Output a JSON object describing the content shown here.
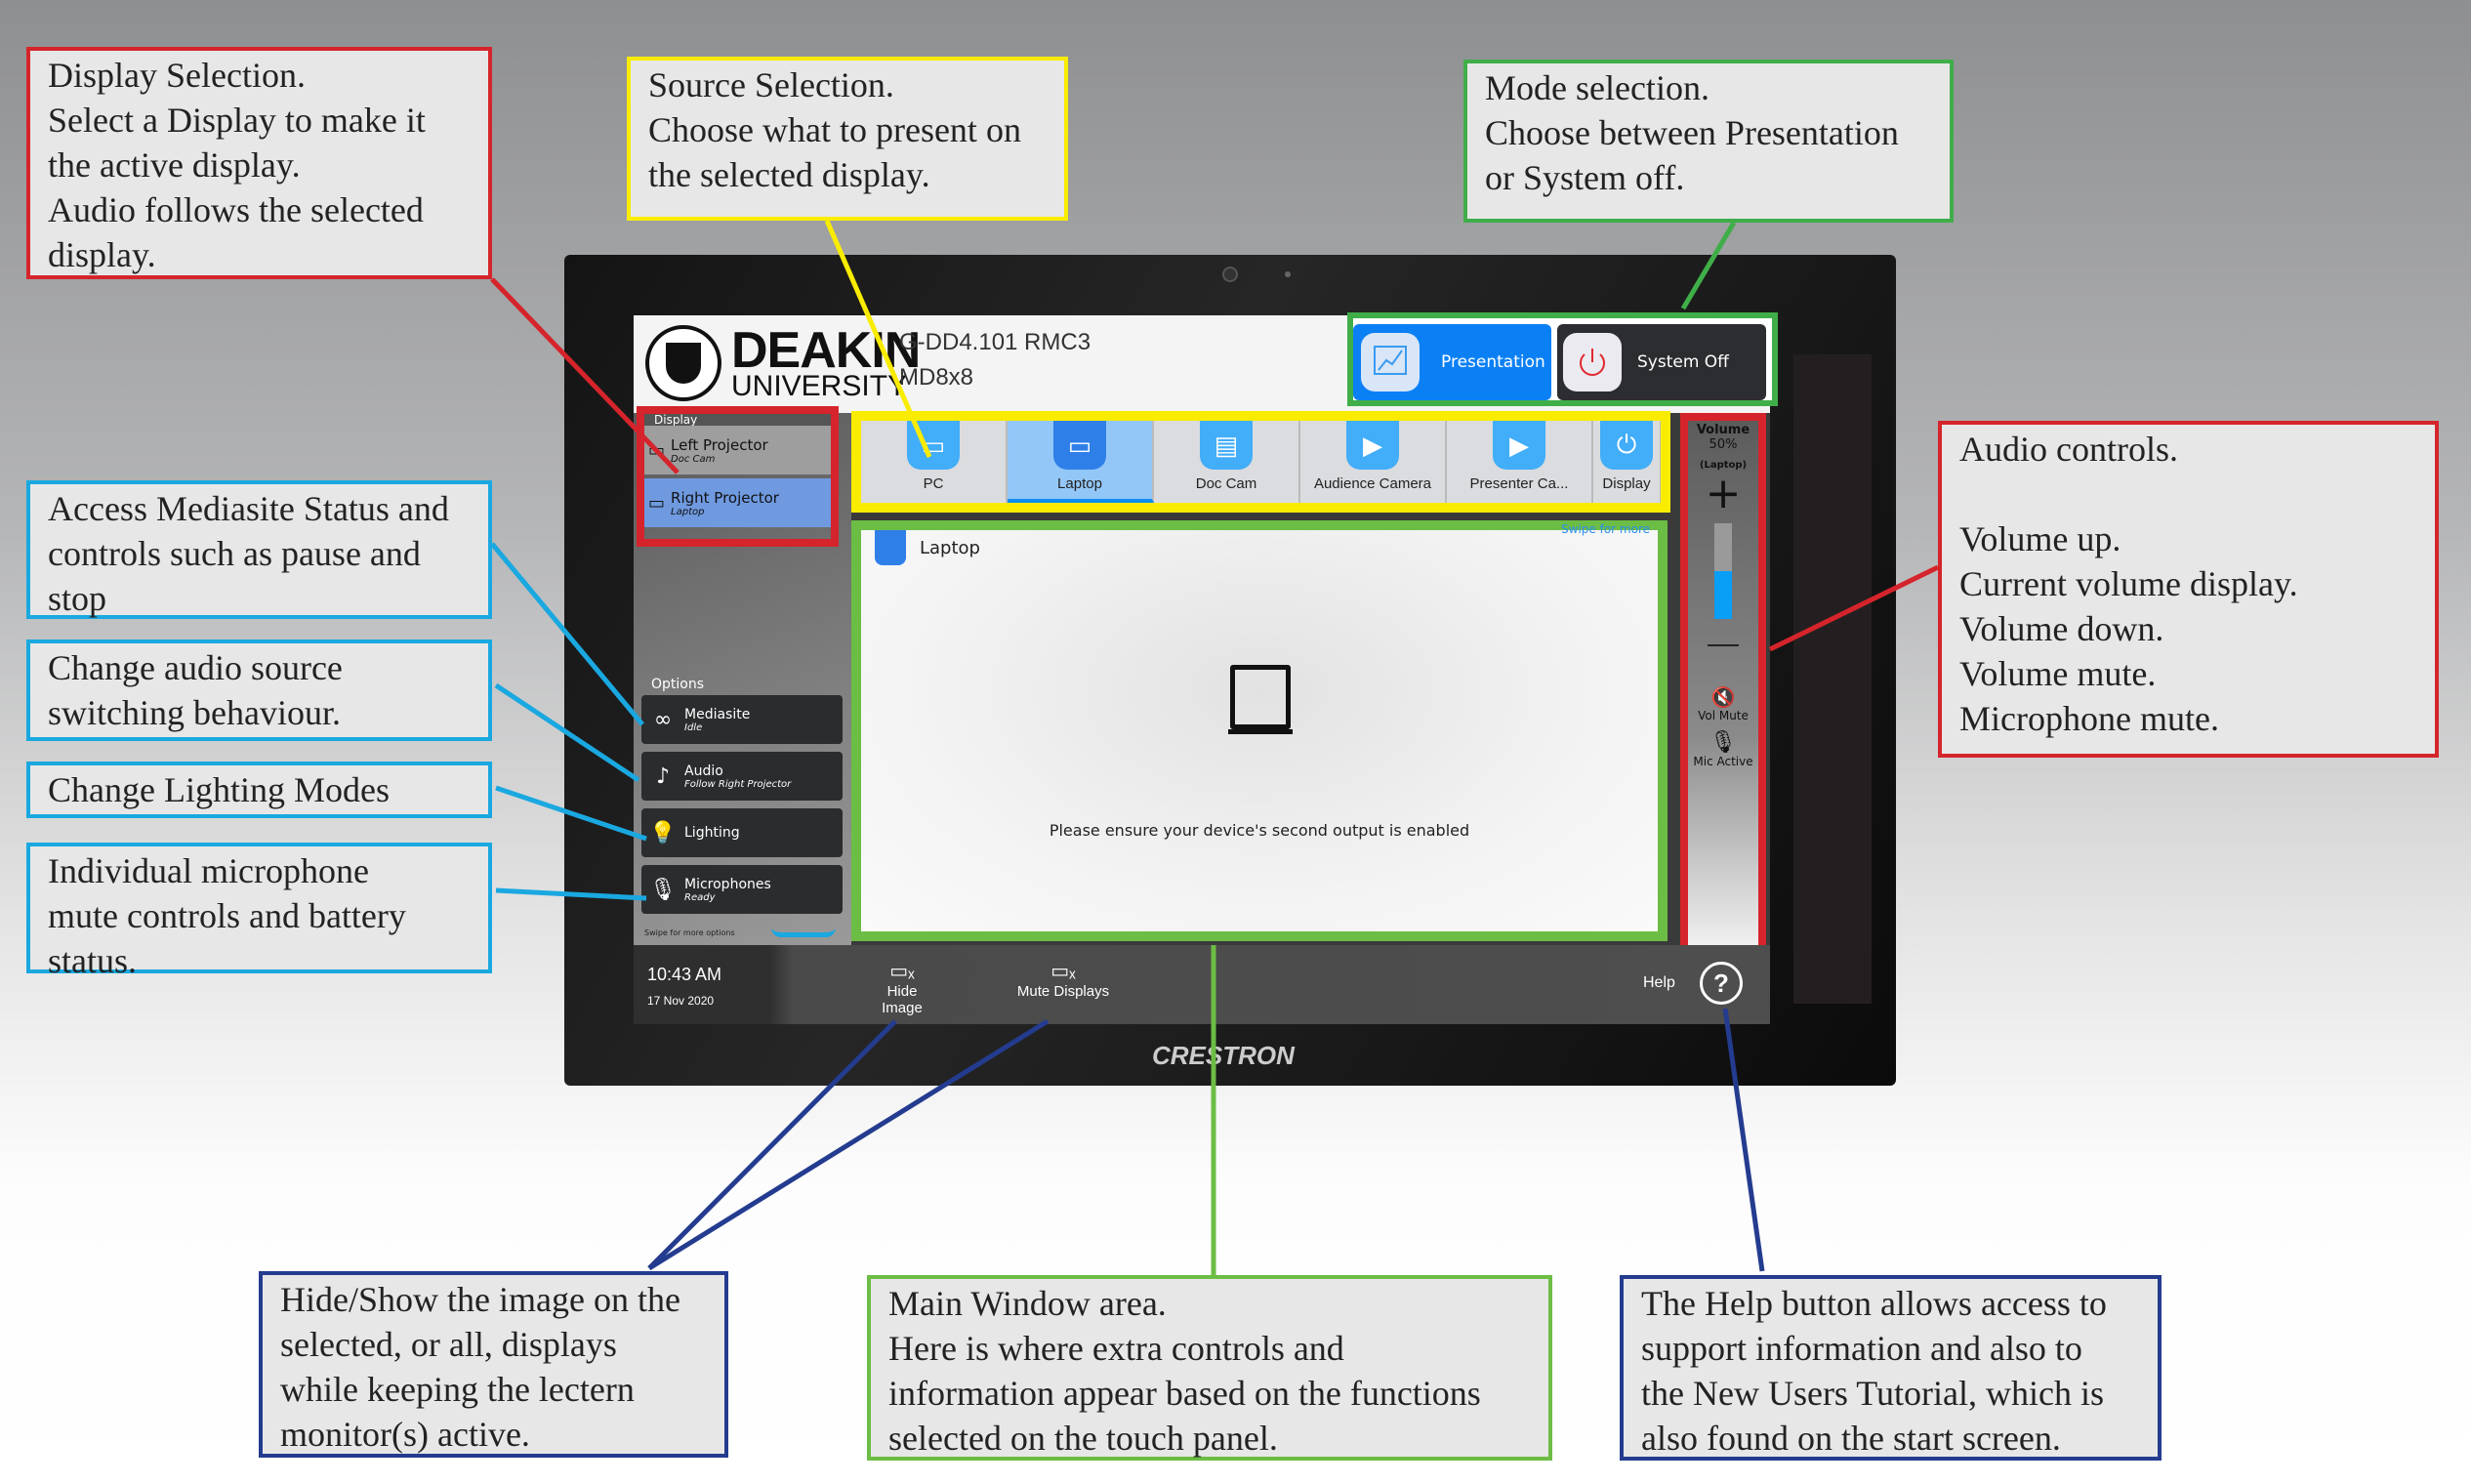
{
  "callouts": {
    "display": "Display Selection.\nSelect a Display to make it\nthe active display.\nAudio follows the selected\ndisplay.",
    "source": "Source Selection.\nChoose what to present on\nthe selected display.",
    "mode": "Mode selection.\nChoose between Presentation\nor System off.",
    "mediasite": "Access Mediasite Status and\ncontrols such as pause and\nstop",
    "audio": "Change audio source\nswitching behaviour.",
    "lighting": "Change Lighting Modes",
    "microphone": "Individual microphone\nmute controls and battery\nstatus.",
    "audio_controls": "Audio controls.\n\nVolume up.\nCurrent volume display.\nVolume down.\nVolume mute.\nMicrophone mute.",
    "hide": "Hide/Show the image on the\nselected, or all, displays\nwhile keeping the lectern\nmonitor(s) active.",
    "main": "Main Window area.\nHere is where extra controls and\ninformation appear based on the functions\nselected on the touch panel.",
    "help": "The Help button allows access to\nsupport information and also to\nthe New Users Tutorial, which is\nalso found on the start screen."
  },
  "header": {
    "logo_top": "DEAKIN",
    "logo_bottom": "UNIVERSITY",
    "room": "G-DD4.101 RMC3",
    "switcher": "MD8x8"
  },
  "modes": {
    "presentation": "Presentation",
    "system_off": "System Off"
  },
  "display": {
    "heading": "Display",
    "items": [
      {
        "label": "Left Projector",
        "source": "Doc Cam"
      },
      {
        "label": "Right Projector",
        "source": "Laptop"
      }
    ]
  },
  "options": {
    "heading": "Options",
    "items": [
      {
        "label": "Mediasite",
        "status": "Idle"
      },
      {
        "label": "Audio",
        "status": "Follow Right Projector"
      },
      {
        "label": "Lighting",
        "status": ""
      },
      {
        "label": "Microphones",
        "status": "Ready"
      }
    ],
    "swipe": "Swipe for more options"
  },
  "sources": [
    {
      "label": "PC"
    },
    {
      "label": "Laptop"
    },
    {
      "label": "Doc Cam"
    },
    {
      "label": "Audience Camera"
    },
    {
      "label": "Presenter Ca..."
    },
    {
      "label": "Display"
    }
  ],
  "main": {
    "title": "Laptop",
    "swipe": "Swipe for more",
    "message": "Please ensure your device's second output is enabled"
  },
  "volume": {
    "label": "Volume",
    "level": "50%",
    "level_fraction": 0.5,
    "source": "(Laptop)",
    "mute": "Vol Mute",
    "mic": "Mic Active"
  },
  "bottom": {
    "time": "10:43 AM",
    "date": "17 Nov 2020",
    "hide": "Hide Image",
    "mute": "Mute Displays",
    "help": "Help"
  },
  "brand": "CRESTRON"
}
